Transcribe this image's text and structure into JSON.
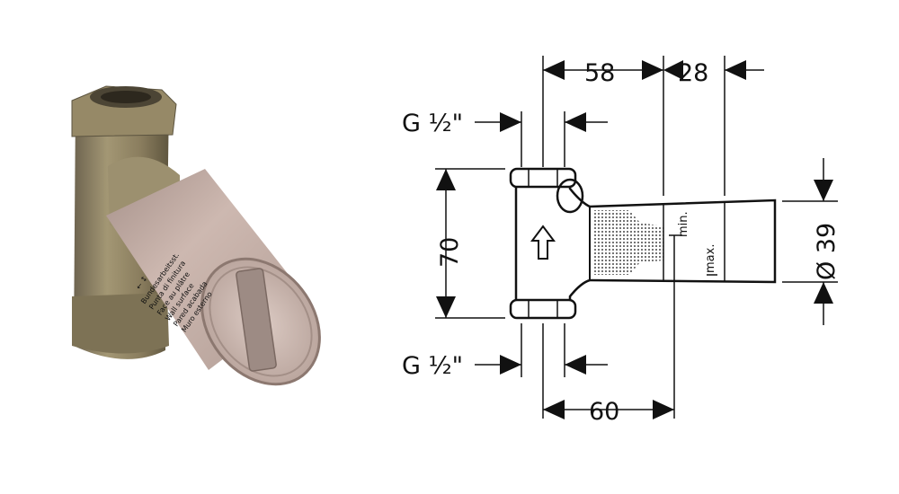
{
  "photo": {
    "label_lines": [
      "← ↕",
      "Bundesarbeitsst.",
      "Punta di finitura",
      "Face au plâtre",
      "Wall surface",
      "Pared acabada",
      "Muro esterno"
    ]
  },
  "drawing": {
    "dim_58": "58",
    "dim_28": "28",
    "dim_60": "60",
    "dim_70": "70",
    "dim_39": "Ø 39",
    "thread_top": "G ½\"",
    "thread_bottom": "G ½\"",
    "label_min": "min.",
    "label_max": "max."
  },
  "colors": {
    "brass": "#8d8060",
    "sleeve": "#c9b3ab",
    "stroke": "#111111"
  }
}
